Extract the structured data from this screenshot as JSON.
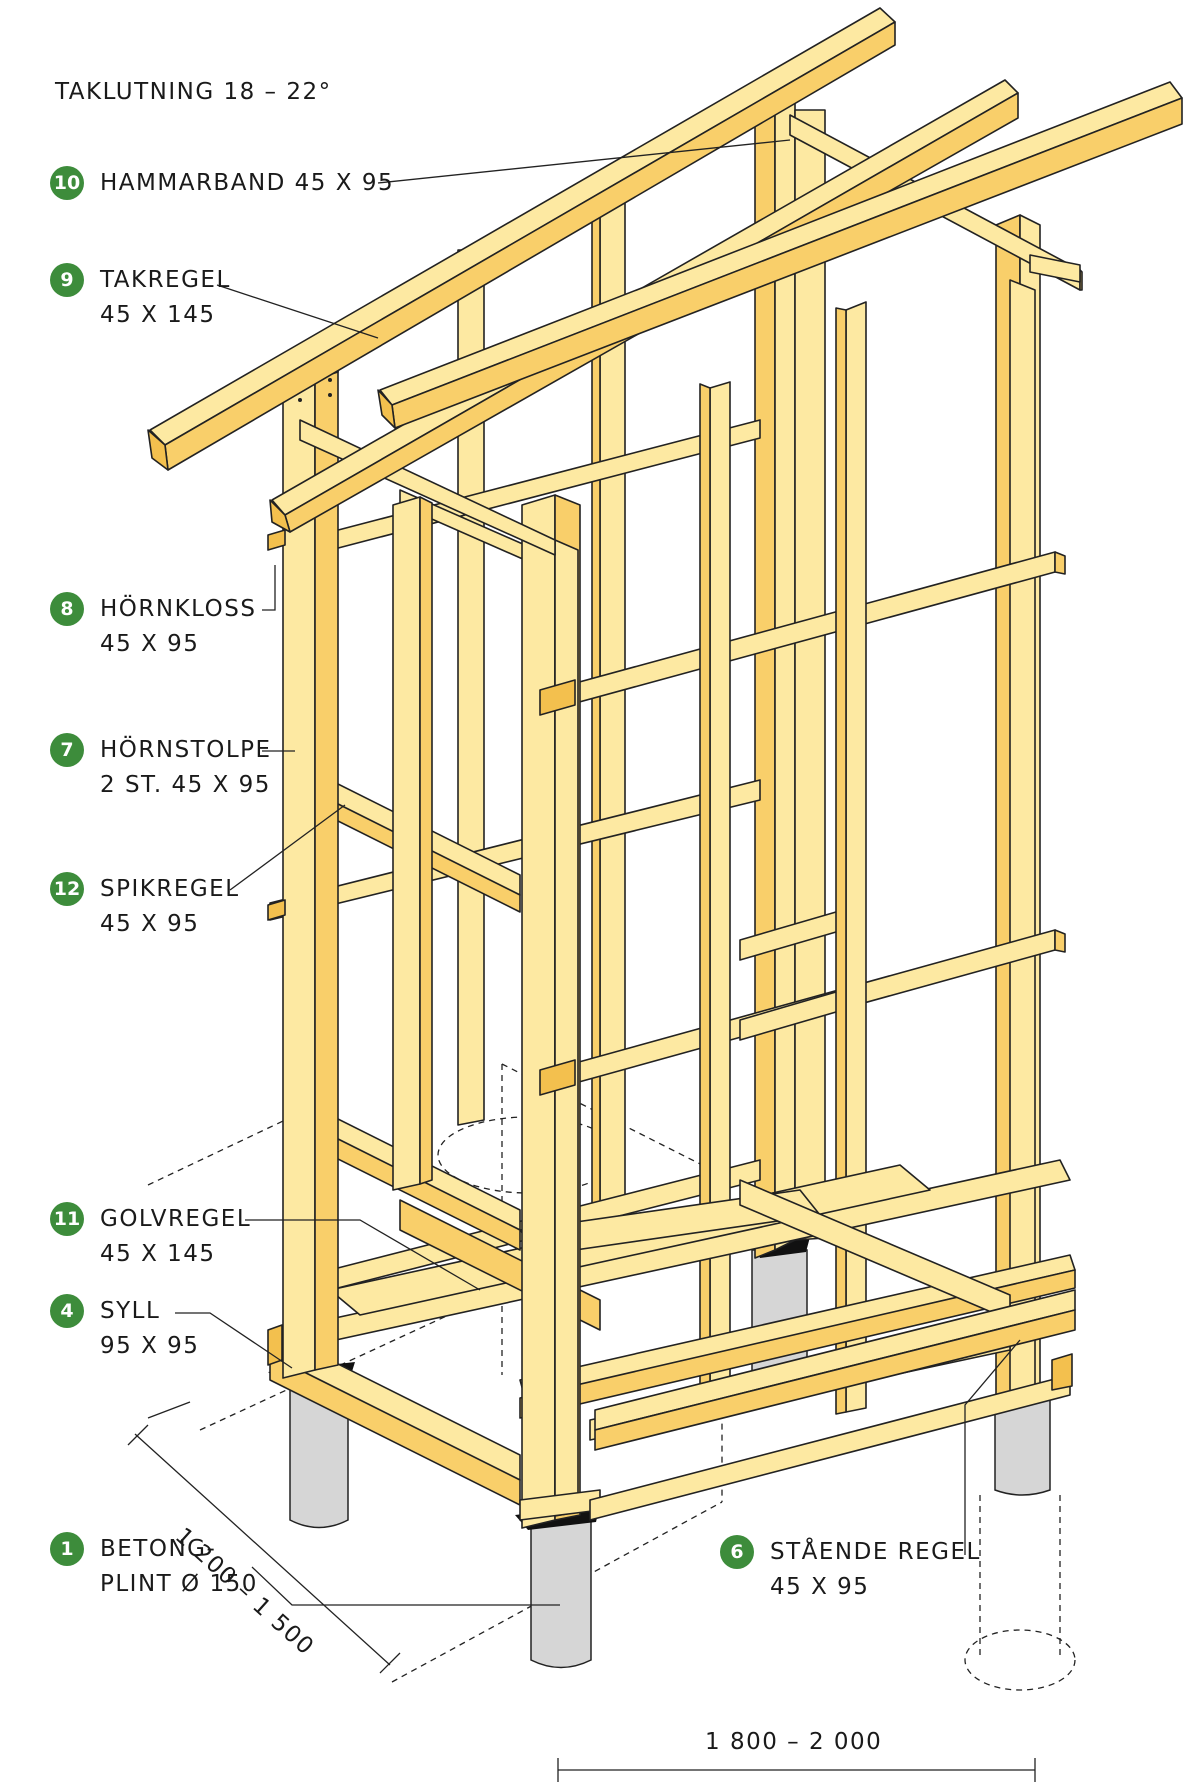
{
  "title": "TAKLUTNING 18 – 22°",
  "parts": [
    {
      "number": "10",
      "name": "HAMMARBAND 45 X 95",
      "dim": ""
    },
    {
      "number": "9",
      "name": "TAKREGEL",
      "dim": "45 X 145"
    },
    {
      "number": "8",
      "name": "HÖRNKLOSS",
      "dim": "45 X 95"
    },
    {
      "number": "7",
      "name": "HÖRNSTOLPE",
      "dim": "2 ST. 45 X 95"
    },
    {
      "number": "12",
      "name": "SPIKREGEL",
      "dim": "45 X 95"
    },
    {
      "number": "11",
      "name": "GOLVREGEL",
      "dim": "45 X 145"
    },
    {
      "number": "4",
      "name": "SYLL",
      "dim": "95 X 95"
    },
    {
      "number": "1",
      "name": "BETONG-",
      "dim": "PLINT Ø 150"
    },
    {
      "number": "6",
      "name": "STÅENDE REGEL",
      "dim": "45 X 95"
    }
  ],
  "dimensions": {
    "depth": "1 200 – 1 500",
    "width": "1 800 – 2 000"
  },
  "colors": {
    "wood_face": "#fde9a2",
    "wood_side": "#f9cf6a",
    "wood_end": "#f3c04e",
    "concrete": "#d6d6d6",
    "badge": "#3d8c3b",
    "line": "#1a1a1a"
  }
}
